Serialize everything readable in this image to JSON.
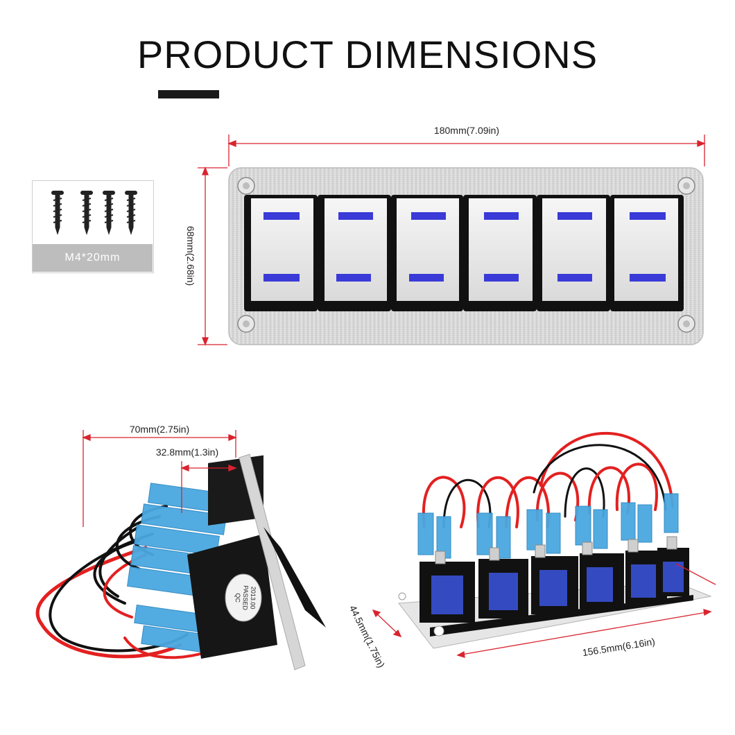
{
  "header": {
    "title": "PRODUCT DIMENSIONS"
  },
  "hardware": {
    "screw_label": "M4*20mm"
  },
  "dimensions": {
    "panel_width": "180mm(7.09in)",
    "panel_height": "68mm(2.68in)",
    "side_depth": "70mm(2.75in)",
    "side_protrusion": "32.8mm(1.3in)",
    "rear_height": "44.5mm(1.75in)",
    "rear_width": "156.5mm(6.16in)"
  },
  "stamp": {
    "line1": "QC",
    "line2": "PASSED",
    "line3": "2013.00"
  },
  "colors": {
    "dimension_line": "#d9232e",
    "indicator": "#3a3ad8",
    "wire_red": "#e32020",
    "terminal_blue": "#4aa8e0",
    "panel_silver": "#d8d8d8"
  },
  "panel": {
    "switch_count": 6
  }
}
